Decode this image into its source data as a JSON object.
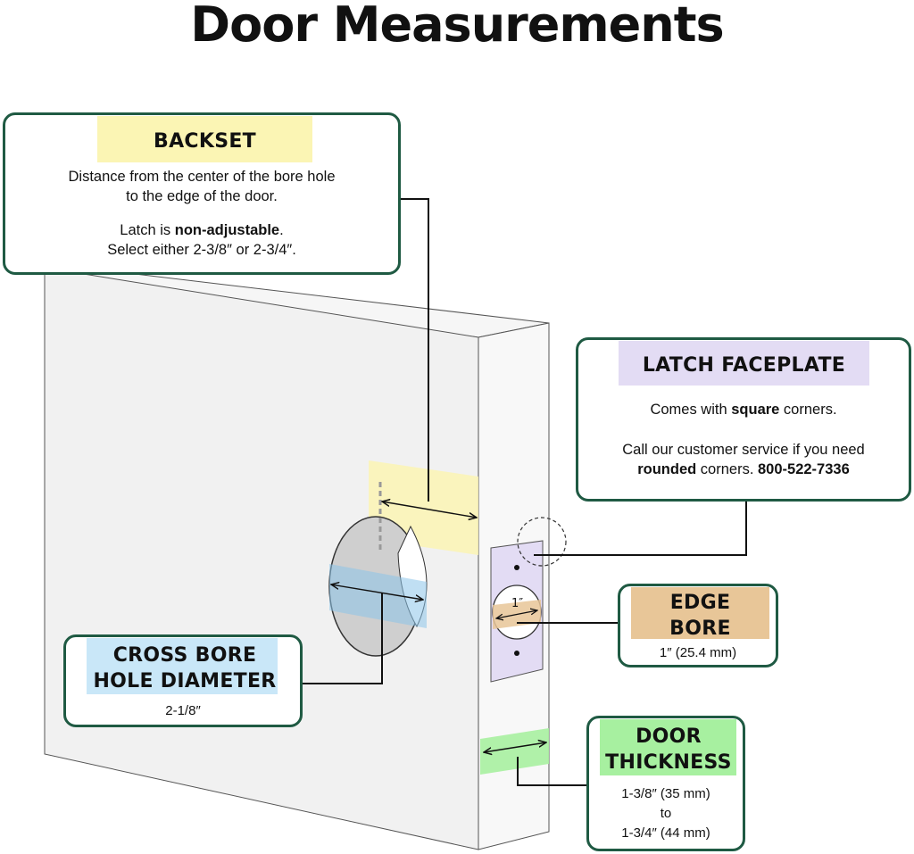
{
  "title": "Door Measurements",
  "colors": {
    "card_border": "#1f5a43",
    "backset_highlight": "#fbf5b4",
    "faceplate_highlight": "#e3dcf4",
    "edge_bore_highlight": "#e8c698",
    "cross_bore_highlight": "#c9e7f8",
    "thickness_highlight": "#a7f0a0",
    "door_face": "#f1f1f1",
    "door_edge": "#f8f8f8"
  },
  "backset": {
    "heading": "BACKSET",
    "line1": "Distance from the center of the bore hole",
    "line2": "to the edge of the door.",
    "latch_prefix": "Latch is ",
    "latch_bold": "non-adjustable",
    "latch_suffix": ".",
    "select_text": "Select either 2-3/8″ or 2-3/4″."
  },
  "latch_faceplate": {
    "heading": "LATCH FACEPLATE",
    "corners_prefix": "Comes with ",
    "corners_bold": "square",
    "corners_suffix": " corners.",
    "call_line": "Call our customer service if you need",
    "rounded_bold": "rounded",
    "rounded_suffix": " corners. ",
    "phone": "800-522-7336"
  },
  "edge_bore": {
    "heading_line1": "EDGE",
    "heading_line2": "BORE",
    "value": "1″ (25.4 mm)",
    "diagram_label": "1″"
  },
  "cross_bore": {
    "heading_line1": "CROSS BORE",
    "heading_line2": "HOLE DIAMETER",
    "value": "2-1/8″"
  },
  "door_thickness": {
    "heading_line1": "DOOR",
    "heading_line2": "THICKNESS",
    "value_min": "1-3/8″ (35 mm)",
    "to": "to",
    "value_max": "1-3/4″ (44 mm)"
  }
}
